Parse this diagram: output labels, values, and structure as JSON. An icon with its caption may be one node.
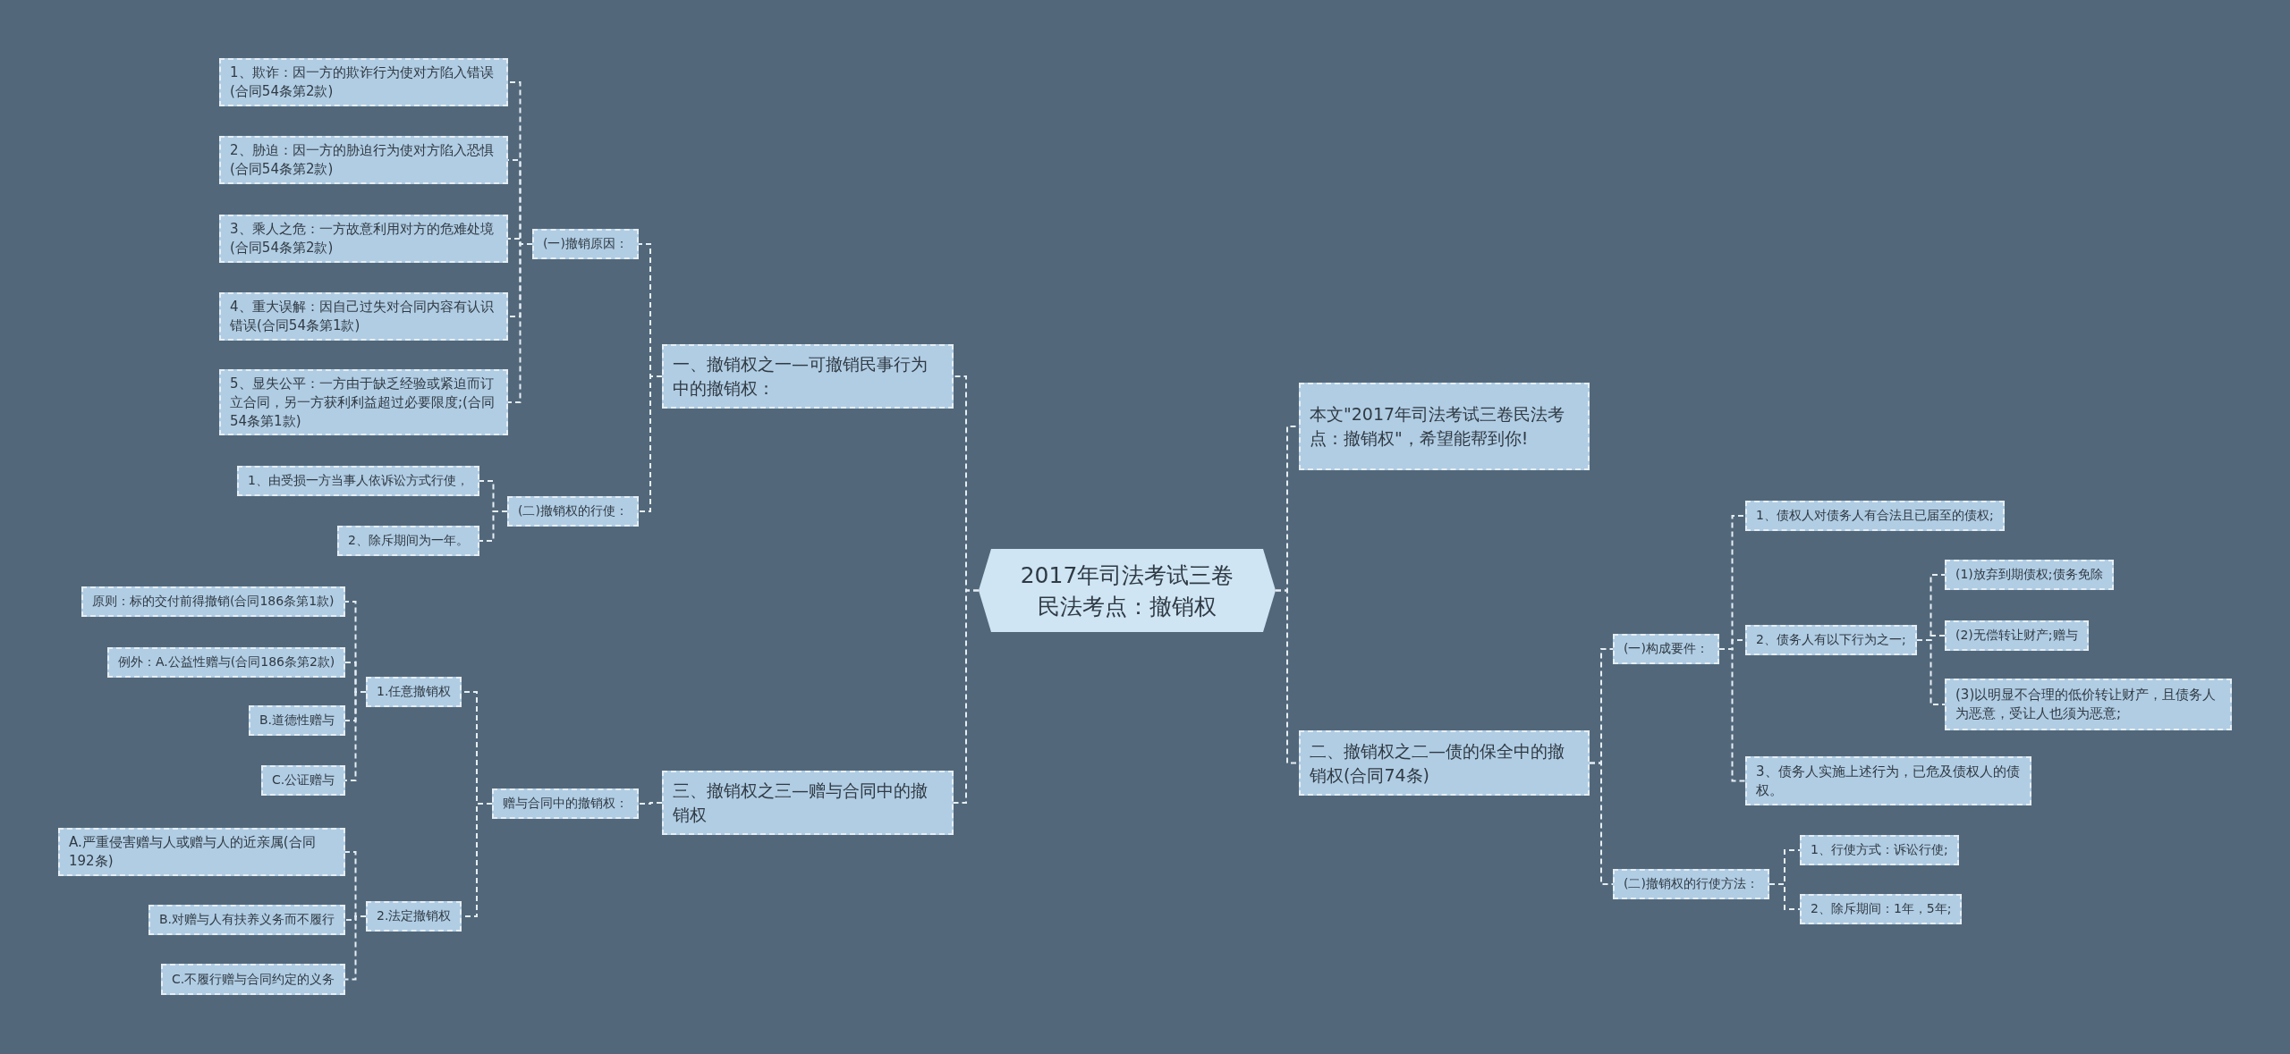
{
  "diagram": {
    "nodes": [
      {
        "text": [
          "2017年司法考试三卷民法考点：撤销权"
        ]
      },
      {
        "text": [
          "一、撤销权之一—可撤销民事行为中的撤销权："
        ]
      },
      {
        "text": [
          "(一)撤销原因："
        ]
      },
      {
        "text": [
          "1、欺诈：因一方的欺诈行为使对方陷入错误(合同54条第2款)"
        ]
      },
      {
        "text": [
          "2、胁迫：因一方的胁迫行为使对方陷入恐惧(合同54条第2款)"
        ]
      },
      {
        "text": [
          "3、乘人之危：一方故意利用对方的危难处境(合同54条第2款)"
        ]
      },
      {
        "text": [
          "4、重大误解：因自己过失对合同内容有认识错误(合同54条第1款)"
        ]
      },
      {
        "text": [
          "5、显失公平：一方由于缺乏经验或紧迫而订立合同，另一方获利利益超过必要限度;(合同54条第1款)"
        ]
      },
      {
        "text": [
          "(二)撤销权的行使："
        ]
      },
      {
        "text": [
          "1、由受损一方当事人依诉讼方式行使，"
        ]
      },
      {
        "text": [
          "2、除斥期间为一年。"
        ]
      },
      {
        "text": [
          "三、撤销权之三—赠与合同中的撤销权"
        ]
      },
      {
        "text": [
          "赠与合同中的撤销权："
        ]
      },
      {
        "text": [
          "1.任意撤销权"
        ]
      },
      {
        "text": [
          "原则：标的交付前得撤销(合同186条第1款)"
        ]
      },
      {
        "text": [
          "例外：A.公益性赠与(合同186条第2款)"
        ]
      },
      {
        "text": [
          "B.道德性赠与"
        ]
      },
      {
        "text": [
          "C.公证赠与"
        ]
      },
      {
        "text": [
          "2.法定撤销权"
        ]
      },
      {
        "text": [
          "A.严重侵害赠与人或赠与人的近亲属(合同192条)"
        ]
      },
      {
        "text": [
          "B.对赠与人有扶养义务而不履行"
        ]
      },
      {
        "text": [
          "C.不履行赠与合同约定的义务"
        ]
      },
      {
        "text": [
          "本文\"2017年司法考试三卷民法考点：撤销权\"，希望能帮到你!"
        ]
      },
      {
        "text": [
          "二、撤销权之二—债的保全中的撤销权(合同74条)"
        ]
      },
      {
        "text": [
          "(一)构成要件："
        ]
      },
      {
        "text": [
          "1、债权人对债务人有合法且已届至的债权;"
        ]
      },
      {
        "text": [
          "2、债务人有以下行为之一;"
        ]
      },
      {
        "text": [
          "(1)放弃到期债权;债务免除"
        ]
      },
      {
        "text": [
          "(2)无偿转让财产;赠与"
        ]
      },
      {
        "text": [
          "(3)以明显不合理的低价转让财产，且债务人为恶意，受让人也须为恶意;"
        ]
      },
      {
        "text": [
          "3、债务人实施上述行为，已危及债权人的债权。"
        ]
      },
      {
        "text": [
          "(二)撤销权的行使方法："
        ]
      },
      {
        "text": [
          "1、行使方式：诉讼行使;"
        ]
      },
      {
        "text": [
          "2、除斥期间：1年，5年;"
        ]
      }
    ],
    "edges": [
      {
        "from": 0,
        "to": 1,
        "arrow": "none"
      },
      {
        "from": 1,
        "to": 2,
        "arrow": "none"
      },
      {
        "from": 2,
        "to": 3,
        "arrow": "none"
      },
      {
        "from": 2,
        "to": 4,
        "arrow": "none"
      },
      {
        "from": 2,
        "to": 5,
        "arrow": "none"
      },
      {
        "from": 2,
        "to": 6,
        "arrow": "none"
      },
      {
        "from": 2,
        "to": 7,
        "arrow": "none"
      },
      {
        "from": 1,
        "to": 8,
        "arrow": "none"
      },
      {
        "from": 8,
        "to": 9,
        "arrow": "none"
      },
      {
        "from": 8,
        "to": 10,
        "arrow": "none"
      },
      {
        "from": 0,
        "to": 11,
        "arrow": "none"
      },
      {
        "from": 11,
        "to": 12,
        "arrow": "none"
      },
      {
        "from": 12,
        "to": 13,
        "arrow": "none"
      },
      {
        "from": 13,
        "to": 14,
        "arrow": "none"
      },
      {
        "from": 13,
        "to": 15,
        "arrow": "none"
      },
      {
        "from": 13,
        "to": 16,
        "arrow": "none"
      },
      {
        "from": 13,
        "to": 17,
        "arrow": "none"
      },
      {
        "from": 12,
        "to": 18,
        "arrow": "none"
      },
      {
        "from": 18,
        "to": 19,
        "arrow": "none"
      },
      {
        "from": 18,
        "to": 20,
        "arrow": "none"
      },
      {
        "from": 18,
        "to": 21,
        "arrow": "none"
      },
      {
        "from": 0,
        "to": 22,
        "arrow": "none"
      },
      {
        "from": 0,
        "to": 23,
        "arrow": "none"
      },
      {
        "from": 23,
        "to": 24,
        "arrow": "none"
      },
      {
        "from": 24,
        "to": 25,
        "arrow": "none"
      },
      {
        "from": 24,
        "to": 26,
        "arrow": "none"
      },
      {
        "from": 26,
        "to": 27,
        "arrow": "none"
      },
      {
        "from": 26,
        "to": 28,
        "arrow": "none"
      },
      {
        "from": 26,
        "to": 29,
        "arrow": "none"
      },
      {
        "from": 24,
        "to": 30,
        "arrow": "none"
      },
      {
        "from": 23,
        "to": 31,
        "arrow": "none"
      },
      {
        "from": 31,
        "to": 32,
        "arrow": "none"
      },
      {
        "from": 31,
        "to": 33,
        "arrow": "none"
      }
    ]
  }
}
